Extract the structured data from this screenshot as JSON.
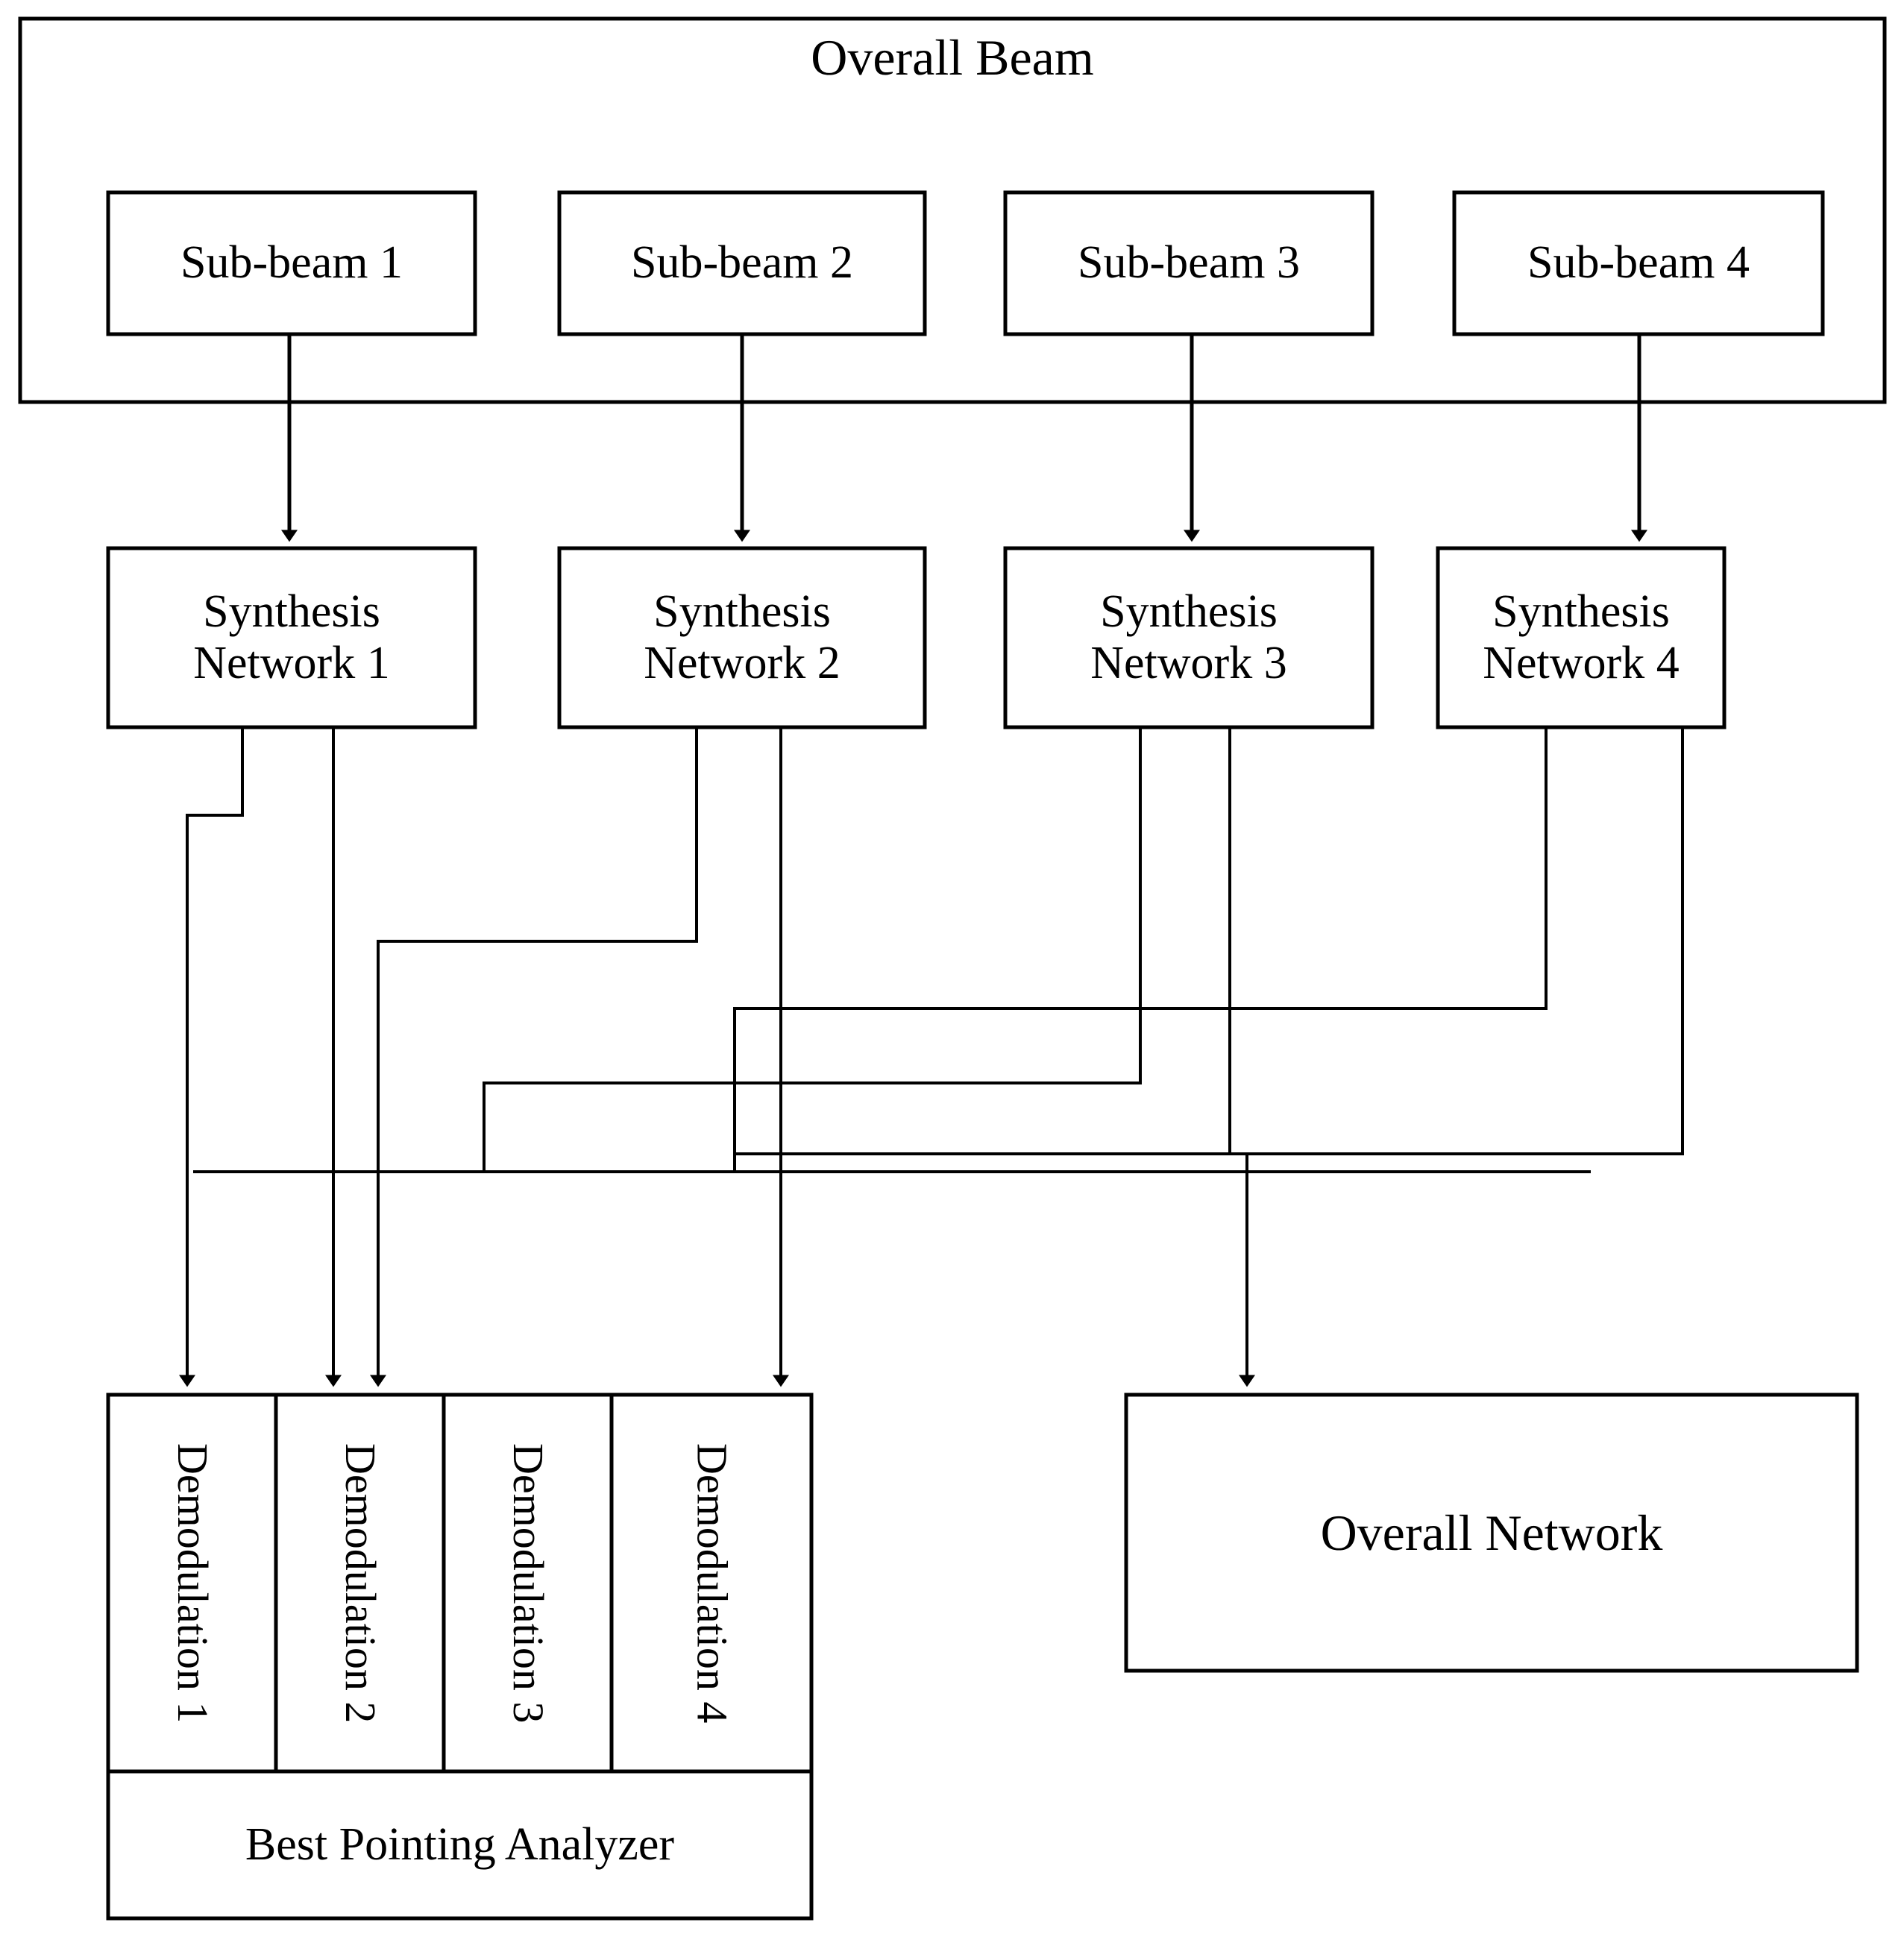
{
  "diagram": {
    "title": "Overall Beam",
    "outer_box_label": "Overall Beam",
    "sub_beams": [
      {
        "label": "Sub-beam 1"
      },
      {
        "label": "Sub-beam 2"
      },
      {
        "label": "Sub-beam 3"
      },
      {
        "label": "Sub-beam 4"
      }
    ],
    "synthesis_networks": [
      {
        "label": "Synthesis\nNetwork 1"
      },
      {
        "label": "Synthesis\nNetwork 2"
      },
      {
        "label": "Synthesis\nNetwork 3"
      },
      {
        "label": "Synthesis\nNetwork 4"
      }
    ],
    "demodulators": [
      {
        "label": "Demodulation 1"
      },
      {
        "label": "Demodulation 2"
      },
      {
        "label": "Demodulation 3"
      },
      {
        "label": "Demodulation 4"
      }
    ],
    "analyzer": {
      "label": "Best Pointing Analyzer"
    },
    "overall_network": {
      "label": "Overall Network"
    },
    "colors": {
      "stroke": "#000000",
      "fill": "#ffffff"
    }
  }
}
